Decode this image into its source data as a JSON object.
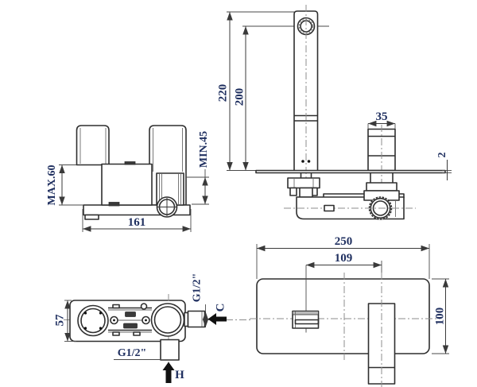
{
  "document": {
    "kind_label": "technical-installation-drawing",
    "colors": {
      "background": "#ffffff",
      "line": "#2f2f2f",
      "centerline": "#8d8d8d",
      "dimension_text": "#203060",
      "flow_arrow": "#111111"
    }
  },
  "views": {
    "front_rough_in": {
      "dims": {
        "max_depth": "MAX.60",
        "min_depth": "MIN.45",
        "body_width": "161"
      }
    },
    "side_spout": {
      "dims": {
        "overall_height": "220",
        "spout_height": "200",
        "handle_diameter": "35",
        "plate_thickness": "2"
      }
    },
    "top_rough_in": {
      "dims": {
        "body_depth": "57",
        "cold_thread": "G1/2\"",
        "hot_thread": "G1/2\"",
        "cold_label": "C",
        "hot_label": "H"
      },
      "icons": {
        "cold_flow": "arrow-left",
        "hot_flow": "arrow-up"
      }
    },
    "front_plate": {
      "dims": {
        "plate_width": "250",
        "spout_to_handle": "109",
        "plate_height": "100"
      }
    }
  }
}
